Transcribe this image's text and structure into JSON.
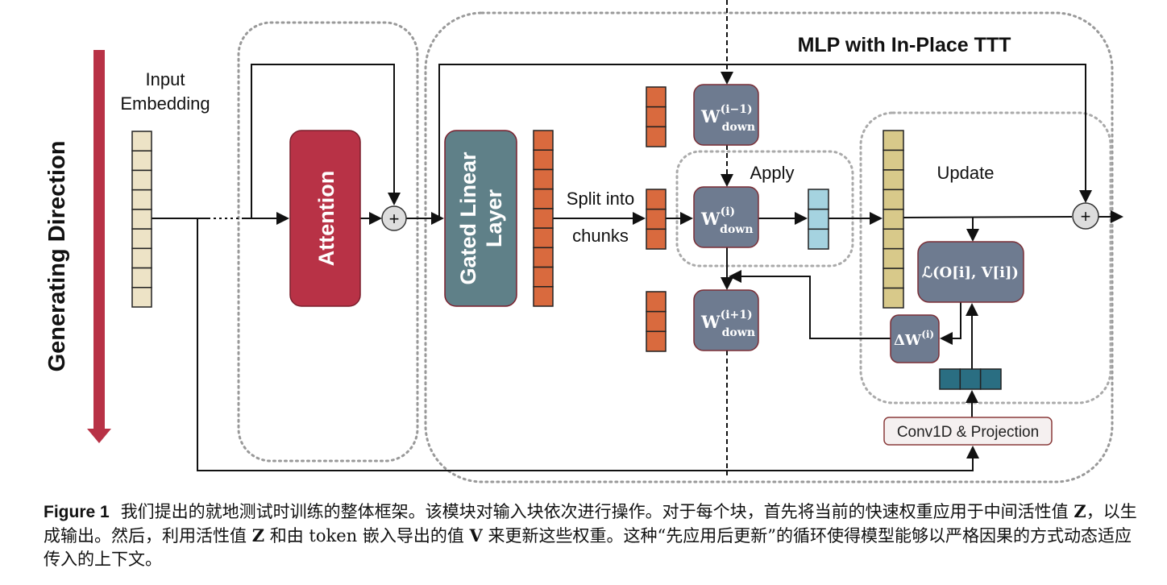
{
  "direction_label": "Generating Direction",
  "input_label_line1": "Input",
  "input_label_line2": "Embedding",
  "attention_label": "Attention",
  "gated_label_line1": "Gated Linear",
  "gated_label_line2": "Layer",
  "split_line1": "Split into",
  "split_line2": "chunks",
  "mlp_title": "MLP with In-Place TTT",
  "apply_label": "Apply",
  "update_label": "Update",
  "weights": {
    "prev": {
      "base": "W",
      "sup": "(i−1)",
      "sub": "down"
    },
    "cur": {
      "base": "W",
      "sup": "(i)",
      "sub": "down"
    },
    "next": {
      "base": "W",
      "sup": "(i+1)",
      "sub": "down"
    }
  },
  "loss_label": "ℒ(O[i], V[i])",
  "delta_label": {
    "base": "ΔW",
    "sup": "(i)"
  },
  "conv_label": "Conv1D & Projection",
  "plus_symbol": "+",
  "colors": {
    "direction_arrow": "#b83246",
    "attention": "#b83246",
    "gated_linear": "#5f8088",
    "weight_box": "#6e7b90",
    "orange_tokens": "#d96a3e",
    "input_tokens": "#ede3c6",
    "apply_output": "#a5d3e0",
    "update_tokens": "#d8c98a",
    "value_tokens": "#2a6e82"
  },
  "caption": {
    "figure_label": "Figure 1",
    "part1": "我们提出的就地测试时训练的整体框架。该模块对输入块依次进行操作。对于每个块，首先将当前的快速权重应用于中间活性值 ",
    "z1": "Z",
    "part2": "，以生成输出。然后，利用活性值 ",
    "z2": "Z",
    "part3": " 和由 token 嵌入导出的值 ",
    "v": "V",
    "part4": " 来更新这些权重。这种“先应用后更新”的循环使得模型能够以严格因果的方式动态适应传入的上下文。"
  }
}
